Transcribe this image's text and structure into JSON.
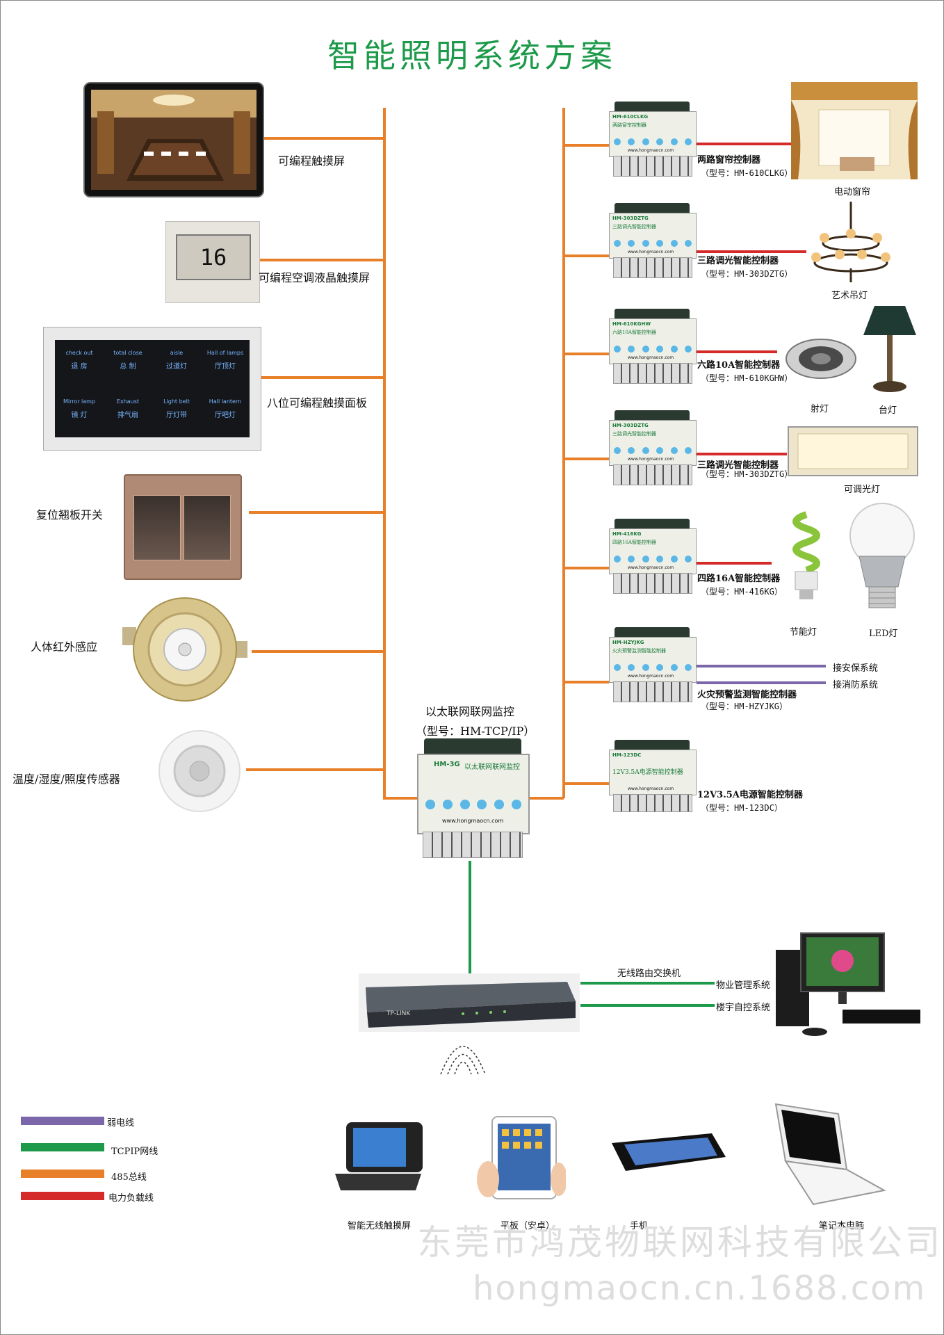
{
  "title": "智能照明系统方案",
  "colors": {
    "green": "#1c9a4a",
    "orange": "#e8802a",
    "red": "#d42a2a",
    "purple": "#7a66a8"
  },
  "left_devices": [
    {
      "label": "可编程触摸屏"
    },
    {
      "label": "可编程空调液晶触摸屏",
      "display": "16"
    },
    {
      "label": "八位可编程触摸面板"
    },
    {
      "label": "复位翘板开关"
    },
    {
      "label": "人体红外感应"
    },
    {
      "label": "温度/湿度/照度传感器"
    }
  ],
  "panel_buttons": [
    {
      "en": "check out",
      "zh": "退 房"
    },
    {
      "en": "total close",
      "zh": "总 制"
    },
    {
      "en": "aisle",
      "zh": "过道灯"
    },
    {
      "en": "Hall of lamps",
      "zh": "厅顶灯"
    },
    {
      "en": "Mirror lamp",
      "zh": "镜 灯"
    },
    {
      "en": "Exhaust",
      "zh": "排气扇"
    },
    {
      "en": "Light belt",
      "zh": "厅灯带"
    },
    {
      "en": "Hall lantern",
      "zh": "厅吧灯"
    }
  ],
  "center": {
    "name": "以太联网联网监控",
    "model": "（型号：HM-TCP/IP）",
    "module_code": "HM-3G",
    "module_title": "以太联网联网监控",
    "site": "www.hongmaocn.com"
  },
  "controllers": [
    {
      "code": "HM-610CLKG",
      "module_title": "两路窗帘控制器",
      "name": "两路窗帘控制器",
      "model": "（型号：HM-610CLKG）",
      "loads": [
        "电动窗帘"
      ]
    },
    {
      "code": "HM-303DZTG",
      "module_title": "三路调光智能控制器",
      "name": "三路调光智能控制器",
      "model": "（型号：HM-303DZTG）",
      "loads": [
        "艺术吊灯"
      ]
    },
    {
      "code": "HM-610KGHW",
      "module_title": "六路10A智能控制器",
      "name": "六路10A智能控制器",
      "model": "（型号：HM-610KGHW）",
      "loads": [
        "射灯",
        "台灯"
      ]
    },
    {
      "code": "HM-303DZTG",
      "module_title": "三路调光智能控制器",
      "name": "三路调光智能控制器",
      "model": "（型号：HM-303DZTG）",
      "loads": [
        "可调光灯"
      ]
    },
    {
      "code": "HM-416KG",
      "module_title": "四路16A智能控制器",
      "name": "四路16A智能控制器",
      "model": "（型号：HM-416KG）",
      "loads": [
        "节能灯",
        "LED灯"
      ]
    },
    {
      "code": "HM-HZYJKG",
      "module_title": "火灾预警监测智能控制器",
      "name": "火灾预警监测智能控制器",
      "model": "（型号：HM-HZYJKG）",
      "loads": [
        "接安保系统",
        "接消防系统"
      ]
    },
    {
      "code": "HM-123DC",
      "module_title": "12V3.5A电源智能控制器",
      "name": "12V3.5A电源智能控制器",
      "model": "（型号：HM-123DC）",
      "loads": []
    }
  ],
  "module_site": "www.hongmaocn.com",
  "router": {
    "label": "无线路由交换机",
    "links": [
      "物业管理系统",
      "楼宇自控系统"
    ],
    "brand": "TP-LINK"
  },
  "clients": [
    "智能无线触摸屏",
    "平板（安卓）",
    "手机",
    "笔记本电脑"
  ],
  "legend": [
    {
      "label": "弱电线",
      "color": "#7a66a8"
    },
    {
      "label": "TCPIP网线",
      "color": "#1c9a4a"
    },
    {
      "label": "485总线",
      "color": "#e8802a"
    },
    {
      "label": "电力负载线",
      "color": "#d42a2a"
    }
  ],
  "watermark": {
    "company": "东莞市鸿茂物联网科技有限公司",
    "url": "hongmaocn.cn.1688.com"
  }
}
